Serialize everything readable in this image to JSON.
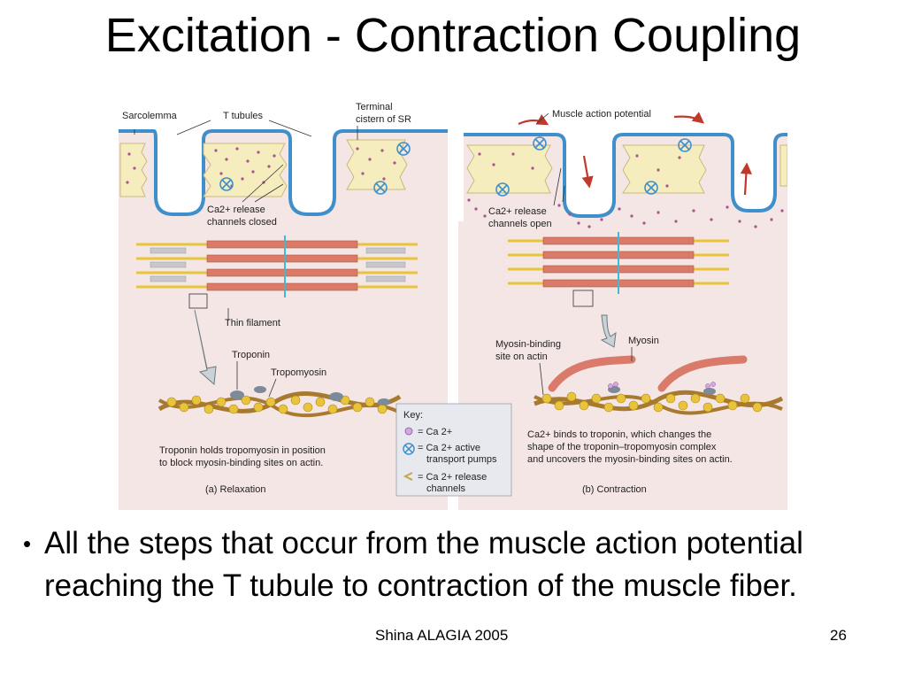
{
  "slide": {
    "title": "Excitation - Contraction Coupling",
    "bullet": "All the steps that occur from the muscle action potential reaching the T tubule to contraction of the muscle fiber.",
    "footer": "Shina ALAGIA 2005",
    "page_number": "26"
  },
  "figure": {
    "relaxation": {
      "sarcolemma": "Sarcolemma",
      "t_tubules": "T tubules",
      "terminal_cistern_1": "Terminal",
      "terminal_cistern_2": "cistern of SR",
      "channels_1": "Ca2+ release",
      "channels_2": "channels closed",
      "thin_filament": "Thin filament",
      "troponin": "Troponin",
      "tropomyosin": "Tropomyosin",
      "caption_1": "Troponin holds tropomyosin in position",
      "caption_2": "to block myosin-binding sites on actin.",
      "panel": "(a) Relaxation"
    },
    "contraction": {
      "action_potential": "Muscle action potential",
      "channels_1": "Ca2+ release",
      "channels_2": "channels open",
      "myosin_binding_1": "Myosin-binding",
      "myosin_binding_2": "site on actin",
      "myosin": "Myosin",
      "caption_1": "Ca2+ binds to troponin, which changes the",
      "caption_2": "shape of the troponin–tropomyosin complex",
      "caption_3": "and uncovers the myosin-binding sites on actin.",
      "panel": "(b) Contraction"
    },
    "key": {
      "title": "Key:",
      "ion": "= Ca 2+",
      "pump_1": "= Ca 2+  active",
      "pump_2": "transport pumps",
      "channel_1": "= Ca 2+  release",
      "channel_2": "channels"
    },
    "colors": {
      "panel_background": "#f4e6e4",
      "membrane": "#3f8fcb",
      "sr_fill": "#f6edbf",
      "calcium": "#a8548e",
      "actin": "#e8c43c",
      "myosin": "#d97a6a",
      "tropomyosin": "#a87a30",
      "troponin": "#7d8a99",
      "arrow_red": "#c0392b",
      "key_background": "#e7e9ee"
    }
  }
}
